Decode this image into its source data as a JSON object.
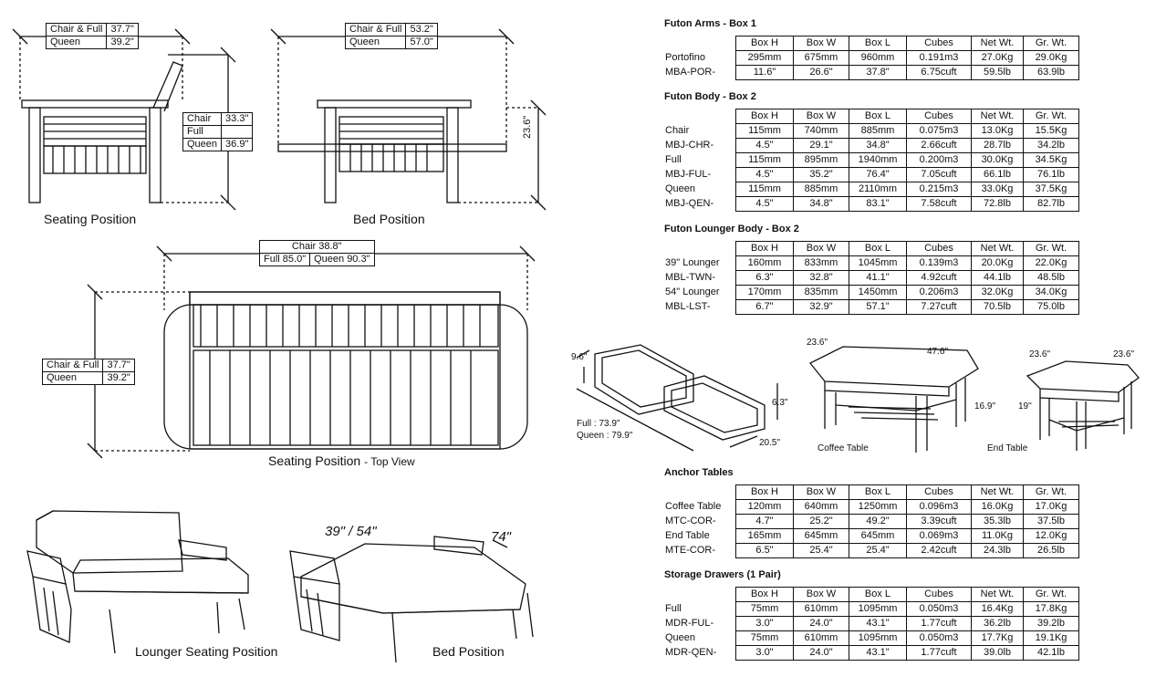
{
  "drawings": {
    "seating_position": {
      "caption": "Seating Position",
      "width": [
        [
          "Chair & Full",
          "37.7\""
        ],
        [
          "Queen",
          "39.2\""
        ]
      ],
      "depth": [
        [
          "Chair",
          "33.3\""
        ],
        [
          "Full",
          ""
        ],
        [
          "Queen",
          "36.9\""
        ]
      ]
    },
    "bed_position": {
      "caption": "Bed Position",
      "width": [
        [
          "Chair & Full",
          "53.2\""
        ],
        [
          "Queen",
          "57.0\""
        ]
      ],
      "height": "23.6\""
    },
    "top_view": {
      "caption": "Seating Position",
      "caption_suffix": "- Top View",
      "chair": "Chair  38.8\"",
      "full": "Full    85.0\"",
      "queen": "Queen    90.3\"",
      "depth": [
        [
          "Chair & Full",
          "37.7\""
        ],
        [
          "Queen",
          "39.2\""
        ]
      ]
    },
    "lounger": {
      "caption": "Lounger Seating Position"
    },
    "lounger_bed": {
      "caption": "Bed Position",
      "size": "39\" / 54\"",
      "length": "74\""
    },
    "drawers": {
      "height": "9.6\"",
      "depth": "6.3\"",
      "width": "20.5\"",
      "full": "Full : 73.9\"",
      "queen": "Queen : 79.9\""
    },
    "coffee_table": {
      "caption": "Coffee Table",
      "depth": "23.6\"",
      "length": "47.6\"",
      "height": "16.9\""
    },
    "end_table": {
      "caption": "End Table",
      "depth": "23.6\"",
      "width": "23.6\"",
      "height": "19\""
    }
  },
  "columns": [
    "Box H",
    "Box W",
    "Box L",
    "Cubes",
    "Net Wt.",
    "Gr. Wt."
  ],
  "sections": [
    {
      "title": "Futon Arms - Box 1",
      "rows": [
        [
          "Portofino",
          "295mm",
          "675mm",
          "960mm",
          "0.191m3",
          "27.0Kg",
          "29.0Kg"
        ],
        [
          "MBA-POR-",
          "11.6\"",
          "26.6\"",
          "37.8\"",
          "6.75cuft",
          "59.5lb",
          "63.9lb"
        ]
      ]
    },
    {
      "title": "Futon Body - Box 2",
      "rows": [
        [
          "Chair",
          "115mm",
          "740mm",
          "885mm",
          "0.075m3",
          "13.0Kg",
          "15.5Kg"
        ],
        [
          "MBJ-CHR-",
          "4.5\"",
          "29.1\"",
          "34.8\"",
          "2.66cuft",
          "28.7lb",
          "34.2lb"
        ],
        [
          "Full",
          "115mm",
          "895mm",
          "1940mm",
          "0.200m3",
          "30.0Kg",
          "34.5Kg"
        ],
        [
          "MBJ-FUL-",
          "4.5\"",
          "35.2\"",
          "76.4\"",
          "7.05cuft",
          "66.1lb",
          "76.1lb"
        ],
        [
          "Queen",
          "115mm",
          "885mm",
          "2110mm",
          "0.215m3",
          "33.0Kg",
          "37.5Kg"
        ],
        [
          "MBJ-QEN-",
          "4.5\"",
          "34.8\"",
          "83.1\"",
          "7.58cuft",
          "72.8lb",
          "82.7lb"
        ]
      ]
    },
    {
      "title": "Futon Lounger Body - Box 2",
      "rows": [
        [
          "39\" Lounger",
          "160mm",
          "833mm",
          "1045mm",
          "0.139m3",
          "20.0Kg",
          "22.0Kg"
        ],
        [
          "MBL-TWN-",
          "6.3\"",
          "32.8\"",
          "41.1\"",
          "4.92cuft",
          "44.1lb",
          "48.5lb"
        ],
        [
          "54\" Lounger",
          "170mm",
          "835mm",
          "1450mm",
          "0.206m3",
          "32.0Kg",
          "34.0Kg"
        ],
        [
          "MBL-LST-",
          "6.7\"",
          "32.9\"",
          "57.1\"",
          "7.27cuft",
          "70.5lb",
          "75.0lb"
        ]
      ]
    },
    {
      "title": "Anchor Tables",
      "rows": [
        [
          "Coffee Table",
          "120mm",
          "640mm",
          "1250mm",
          "0.096m3",
          "16.0Kg",
          "17.0Kg"
        ],
        [
          "MTC-COR-",
          "4.7\"",
          "25.2\"",
          "49.2\"",
          "3.39cuft",
          "35.3lb",
          "37.5lb"
        ],
        [
          "End Table",
          "165mm",
          "645mm",
          "645mm",
          "0.069m3",
          "11.0Kg",
          "12.0Kg"
        ],
        [
          "MTE-COR-",
          "6.5\"",
          "25.4\"",
          "25.4\"",
          "2.42cuft",
          "24.3lb",
          "26.5lb"
        ]
      ]
    },
    {
      "title": "Storage Drawers (1 Pair)",
      "rows": [
        [
          "Full",
          "75mm",
          "610mm",
          "1095mm",
          "0.050m3",
          "16.4Kg",
          "17.8Kg"
        ],
        [
          "MDR-FUL-",
          "3.0\"",
          "24.0\"",
          "43.1\"",
          "1.77cuft",
          "36.2lb",
          "39.2lb"
        ],
        [
          "Queen",
          "75mm",
          "610mm",
          "1095mm",
          "0.050m3",
          "17.7Kg",
          "19.1Kg"
        ],
        [
          "MDR-QEN-",
          "3.0\"",
          "24.0\"",
          "43.1\"",
          "1.77cuft",
          "39.0lb",
          "42.1lb"
        ]
      ]
    }
  ]
}
